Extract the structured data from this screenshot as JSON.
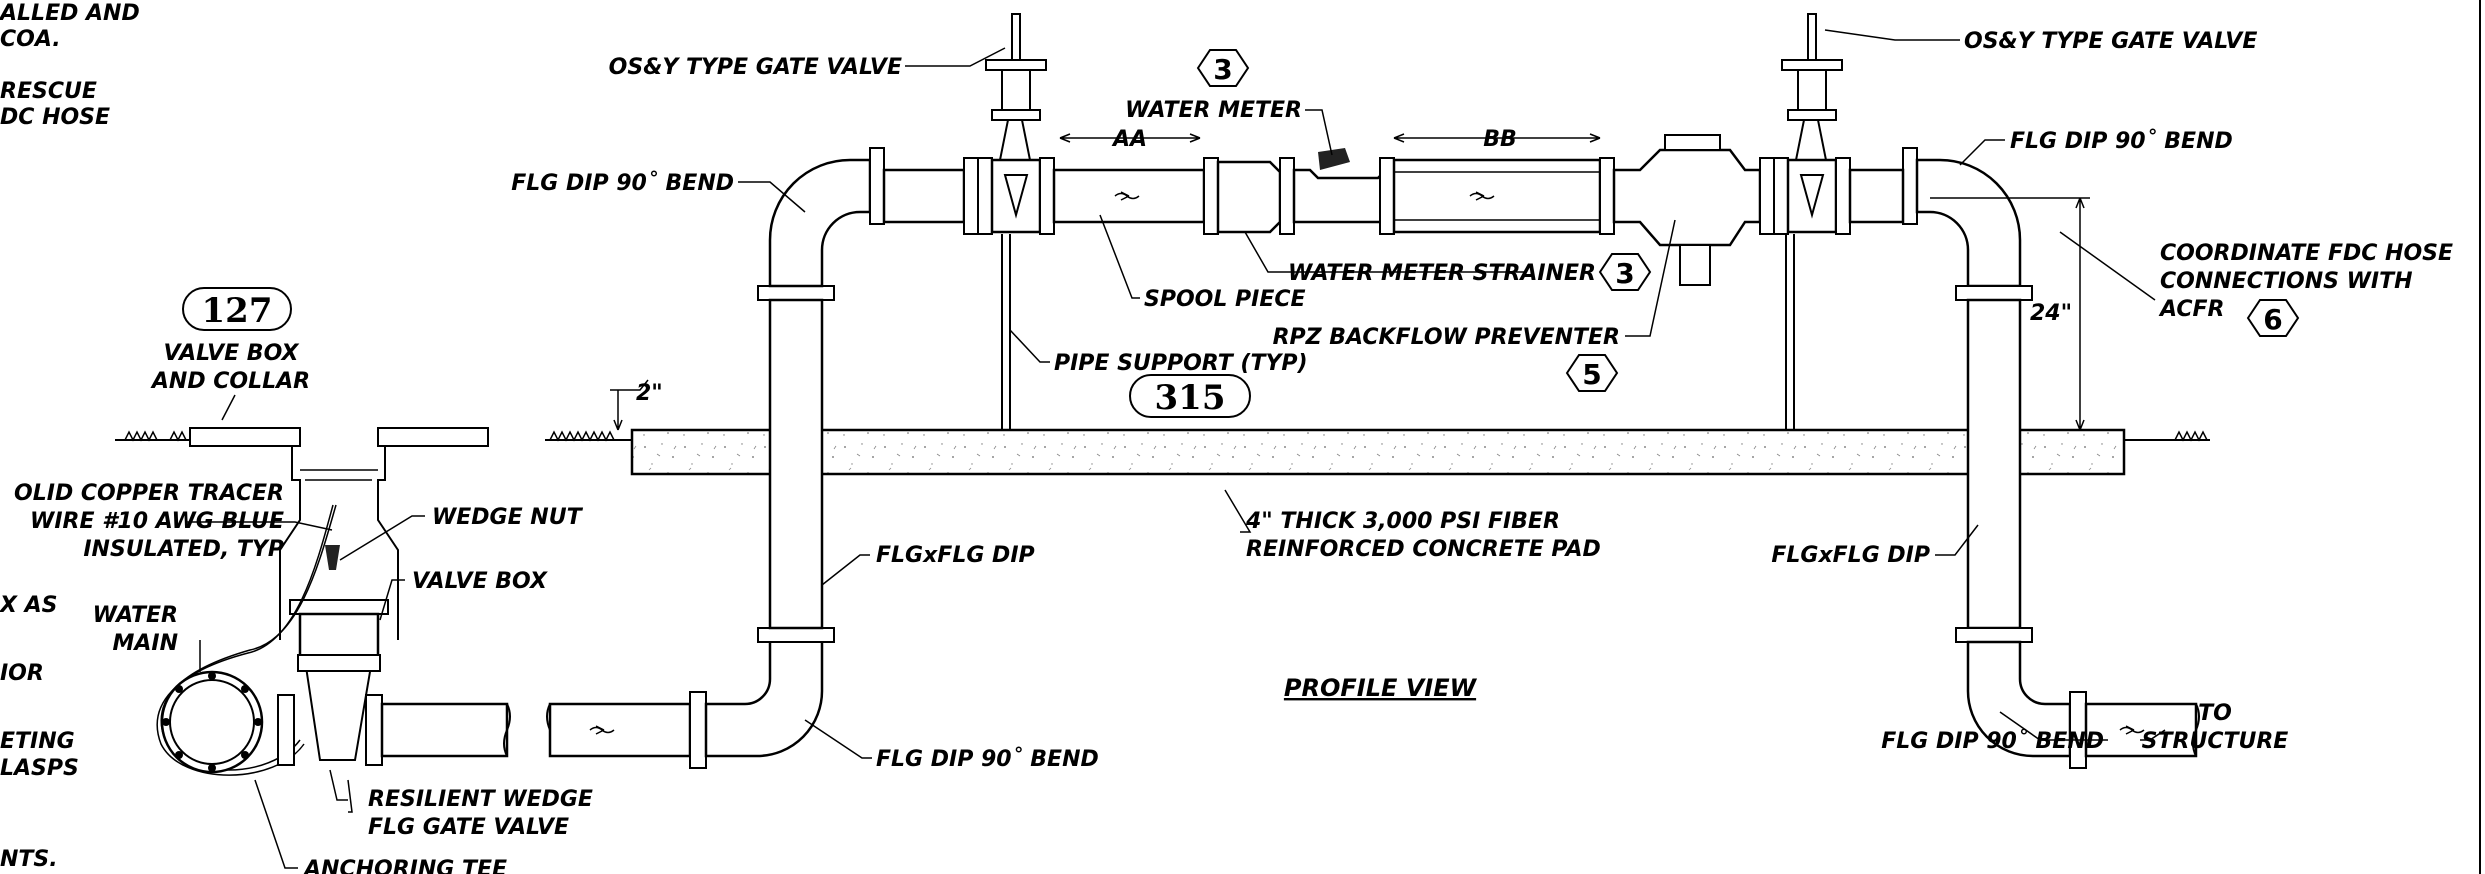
{
  "notes_left": [
    "ALLED AND",
    "COA.",
    "RESCUE",
    "DC HOSE"
  ],
  "left_fragments": [
    "X AS",
    "IOR",
    "ETING",
    "LASPS",
    "NTS."
  ],
  "tags": {
    "valve_box_tag": "127",
    "pad_tag": "315",
    "water_meter_hex": "3",
    "strainer_hex": "3",
    "rpz_hex": "5",
    "fdc_hex": "6"
  },
  "labels": {
    "osy_gate_valve_left": "OS&Y TYPE GATE VALVE",
    "osy_gate_valve_right": "OS&Y TYPE GATE VALVE",
    "water_meter": "WATER METER",
    "dim_aa": "AA",
    "dim_bb": "BB",
    "flg_bend_upper_left": "FLG DIP 90˚ BEND",
    "flg_bend_upper_right": "FLG DIP 90˚ BEND",
    "flg_bend_lower_left": "FLG DIP 90˚ BEND",
    "flg_bend_lower_right": "FLG DIP 90˚ BEND",
    "water_meter_strainer": "WATER METER STRAINER",
    "spool_piece": "SPOOL PIECE",
    "rpz": "RPZ BACKFLOW PREVENTER",
    "pipe_support": "PIPE SUPPORT (TYP)",
    "coordinate_fdc": [
      "COORDINATE FDC HOSE",
      "CONNECTIONS WITH",
      "ACFR"
    ],
    "dim_24": "24\"",
    "dim_2": "2\"",
    "valve_box_collar": [
      "VALVE BOX",
      "AND COLLAR"
    ],
    "copper_tracer": [
      "OLID COPPER TRACER",
      "WIRE #10 AWG BLUE",
      "INSULATED, TYP"
    ],
    "wedge_nut": "WEDGE NUT",
    "valve_box": "VALVE BOX",
    "water_main": [
      "WATER",
      "MAIN"
    ],
    "flgxflg_left": "FLGxFLG DIP",
    "flgxflg_right": "FLGxFLG DIP",
    "concrete_pad": [
      "4\" THICK 3,000 PSI FIBER",
      "REINFORCED CONCRETE PAD"
    ],
    "profile_view": "PROFILE VIEW",
    "to_structure": [
      "TO",
      "STRUCTURE"
    ],
    "resilient_wedge": [
      "RESILIENT WEDGE",
      "FLG GATE VALVE"
    ],
    "anchoring_tee": "ANCHORING TEE"
  }
}
